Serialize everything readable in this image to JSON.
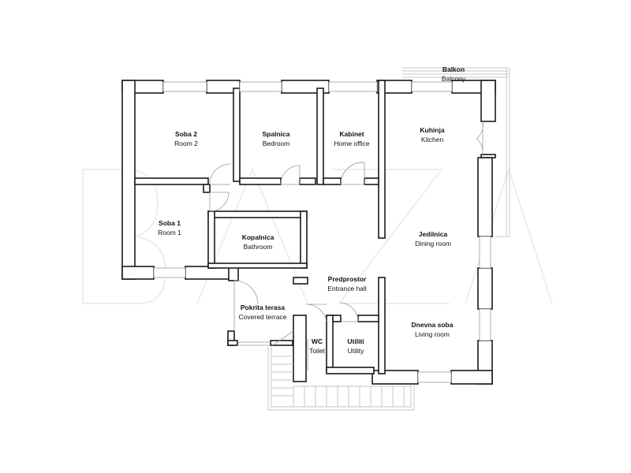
{
  "rooms": {
    "room2": {
      "name": "Soba 2",
      "en": "Room 2"
    },
    "bedroom": {
      "name": "Spalnica",
      "en": "Bedroom"
    },
    "office": {
      "name": "Kabinet",
      "en": "Home office"
    },
    "kitchen": {
      "name": "Kuhinja",
      "en": "Kitchen"
    },
    "balcony": {
      "name": "Balkon",
      "en": "Balcony"
    },
    "room1": {
      "name": "Soba 1",
      "en": "Room 1"
    },
    "bathroom": {
      "name": "Kopalnica",
      "en": "Bathroom"
    },
    "dining": {
      "name": "Jedilnica",
      "en": "Dining room"
    },
    "hall": {
      "name": "Predprostor",
      "en": "Entrance hall"
    },
    "terrace": {
      "name": "Pokrita terasa",
      "en": "Covered terrace"
    },
    "wc": {
      "name": "WC",
      "en": "Toilet"
    },
    "utility": {
      "name": "Utiliti",
      "en": "Utility"
    },
    "living": {
      "name": "Dnevna soba",
      "en": "Living room"
    }
  },
  "watermark": "BAZA",
  "colors": {
    "wall": "#1a1a1a",
    "background": "#ffffff",
    "fixture": "#9a9a9a"
  }
}
